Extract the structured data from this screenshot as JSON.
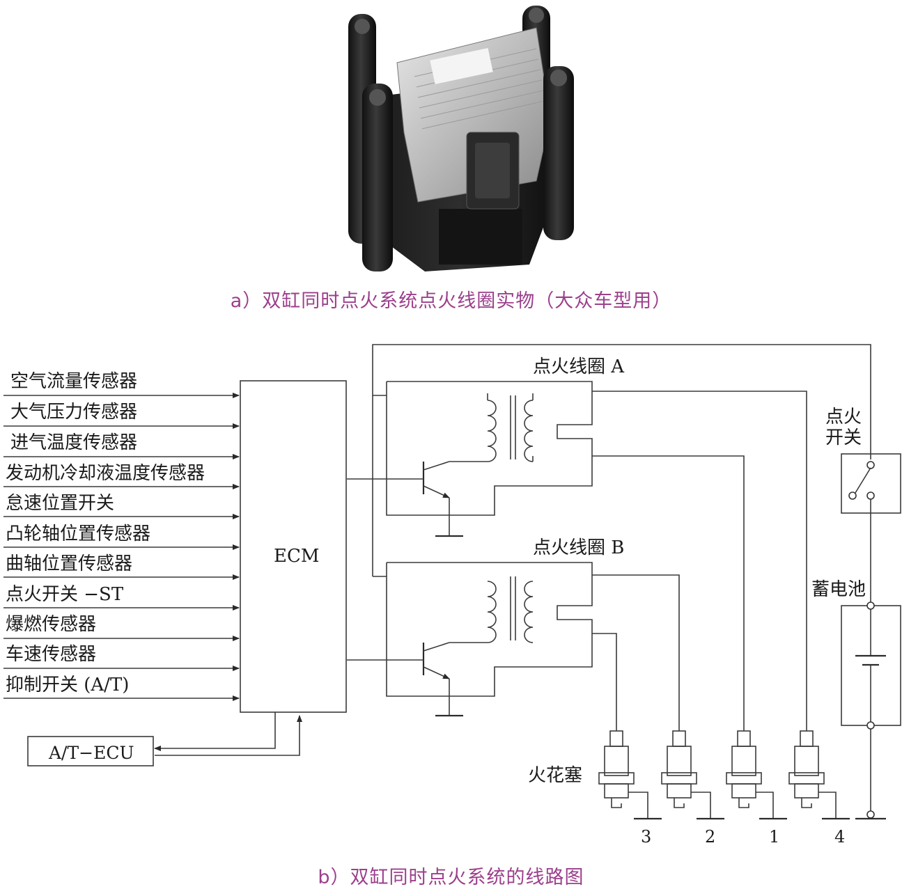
{
  "captions": {
    "a": "a）双缸同时点火系统点火线圈实物（大众车型用）",
    "b": "b）双缸同时点火系统的线路图"
  },
  "diagram": {
    "sensors": [
      "空气流量传感器",
      "大气压力传感器",
      "进气温度传感器",
      "发动机冷却液温度传感器",
      "怠速位置开关",
      "凸轮轴位置传感器",
      "曲轴位置传感器",
      "点火开关 −ST",
      "爆燃传感器",
      "车速传感器",
      "抑制开关 (A/T)"
    ],
    "ecm_label": "ECM",
    "at_ecu_label": "A/T−ECU",
    "coil_a_label": "点火线圈 A",
    "coil_b_label": "点火线圈 B",
    "ignition_switch_label_line1": "点火",
    "ignition_switch_label_line2": "开关",
    "battery_label": "蓄电池",
    "spark_plug_label": "火花塞",
    "cylinder_numbers": [
      "3",
      "2",
      "1",
      "4"
    ]
  }
}
